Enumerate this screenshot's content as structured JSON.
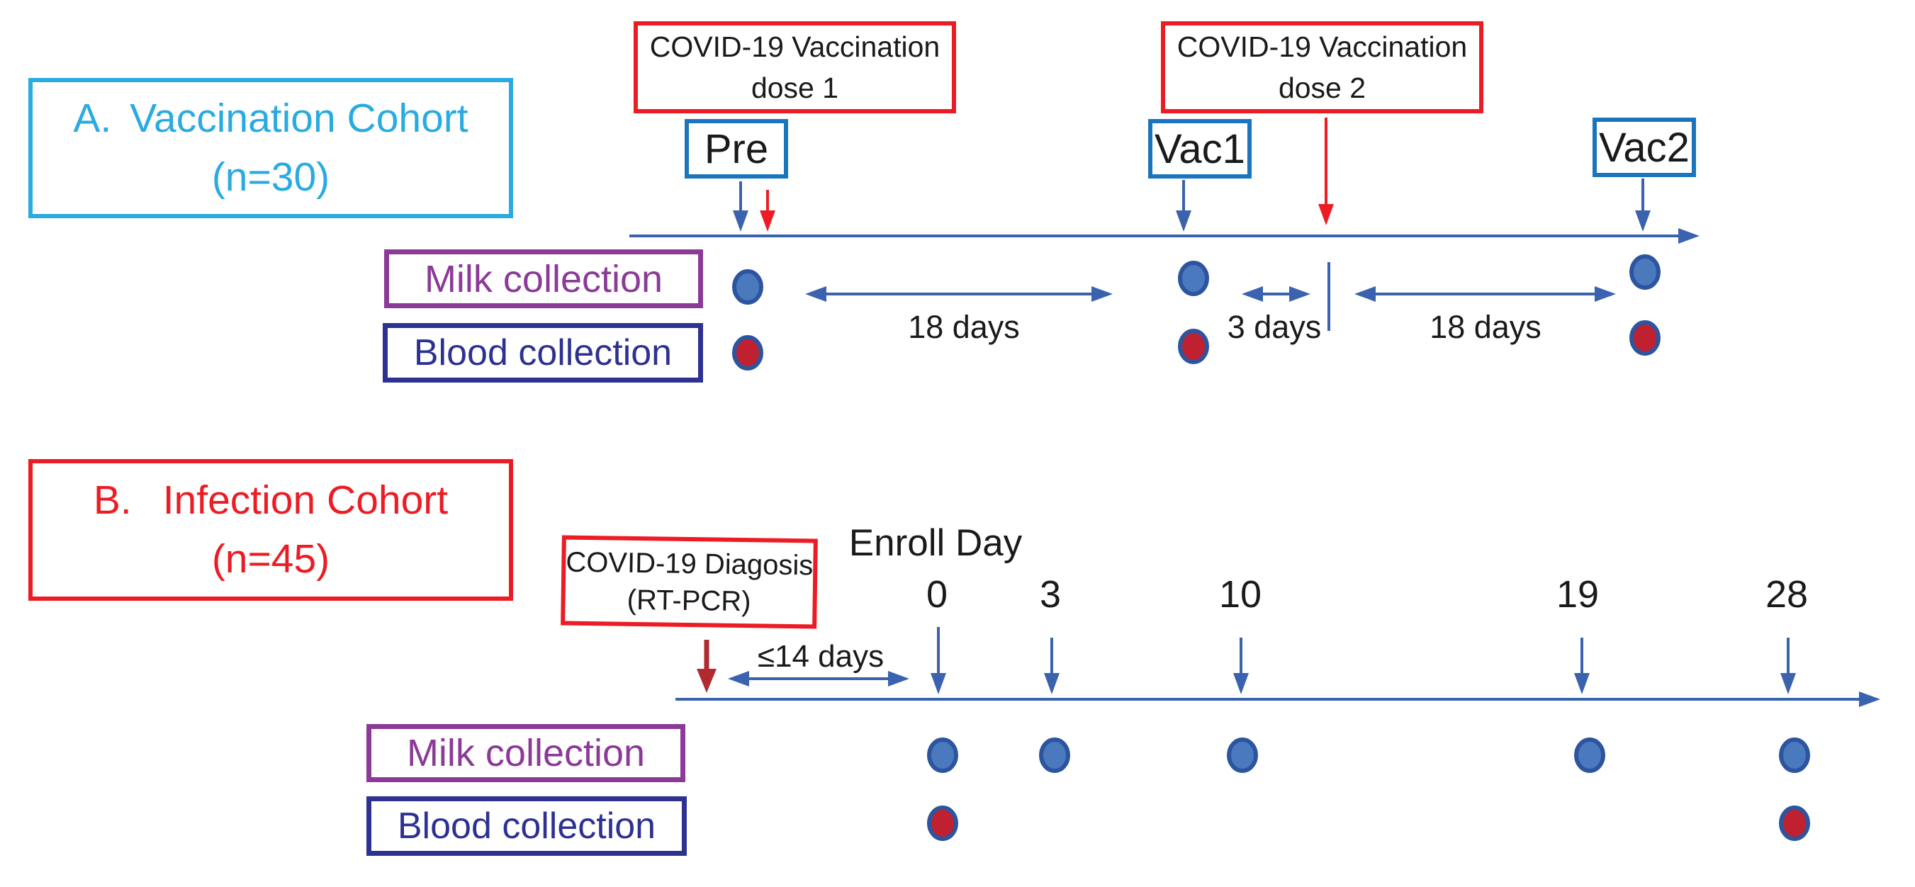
{
  "figure": {
    "panel_a": {
      "label": "A.",
      "title": "Vaccination Cohort",
      "n": "(n=30)",
      "dose1_line1": "COVID-19 Vaccination",
      "dose1_line2": "dose 1",
      "dose2_line1": "COVID-19 Vaccination",
      "dose2_line2": "dose 2",
      "timepoint_pre": "Pre",
      "timepoint_vac1": "Vac1",
      "timepoint_vac2": "Vac2",
      "interval_pre_vac1": "18 days",
      "interval_vac1_dose2": "3 days",
      "interval_dose2_vac2": "18 days",
      "milk_label": "Milk collection",
      "blood_label": "Blood collection"
    },
    "panel_b": {
      "label": "B.",
      "title": "Infection Cohort",
      "n": "(n=45)",
      "diagnosis_line1": "COVID-19 Diagosis",
      "diagnosis_line2": "(RT-PCR)",
      "enroll_label": "Enroll Day",
      "days": [
        "0",
        "3",
        "10",
        "19",
        "28"
      ],
      "window_label": "≤14 days",
      "milk_label": "Milk collection",
      "blood_label": "Blood collection"
    }
  },
  "colors": {
    "cyan": "#29ABE2",
    "red-bright": "#EC1C24",
    "red-dark": "#B02A30",
    "line-blue": "#3A62AE",
    "azure": "#1B75BC",
    "purple": "#8B3A97",
    "navy": "#2D3192",
    "dot-blue": "#4B79BE",
    "dot-ring": "#2D549E",
    "blood": "#C02130",
    "ink": "#1A1A1A"
  }
}
